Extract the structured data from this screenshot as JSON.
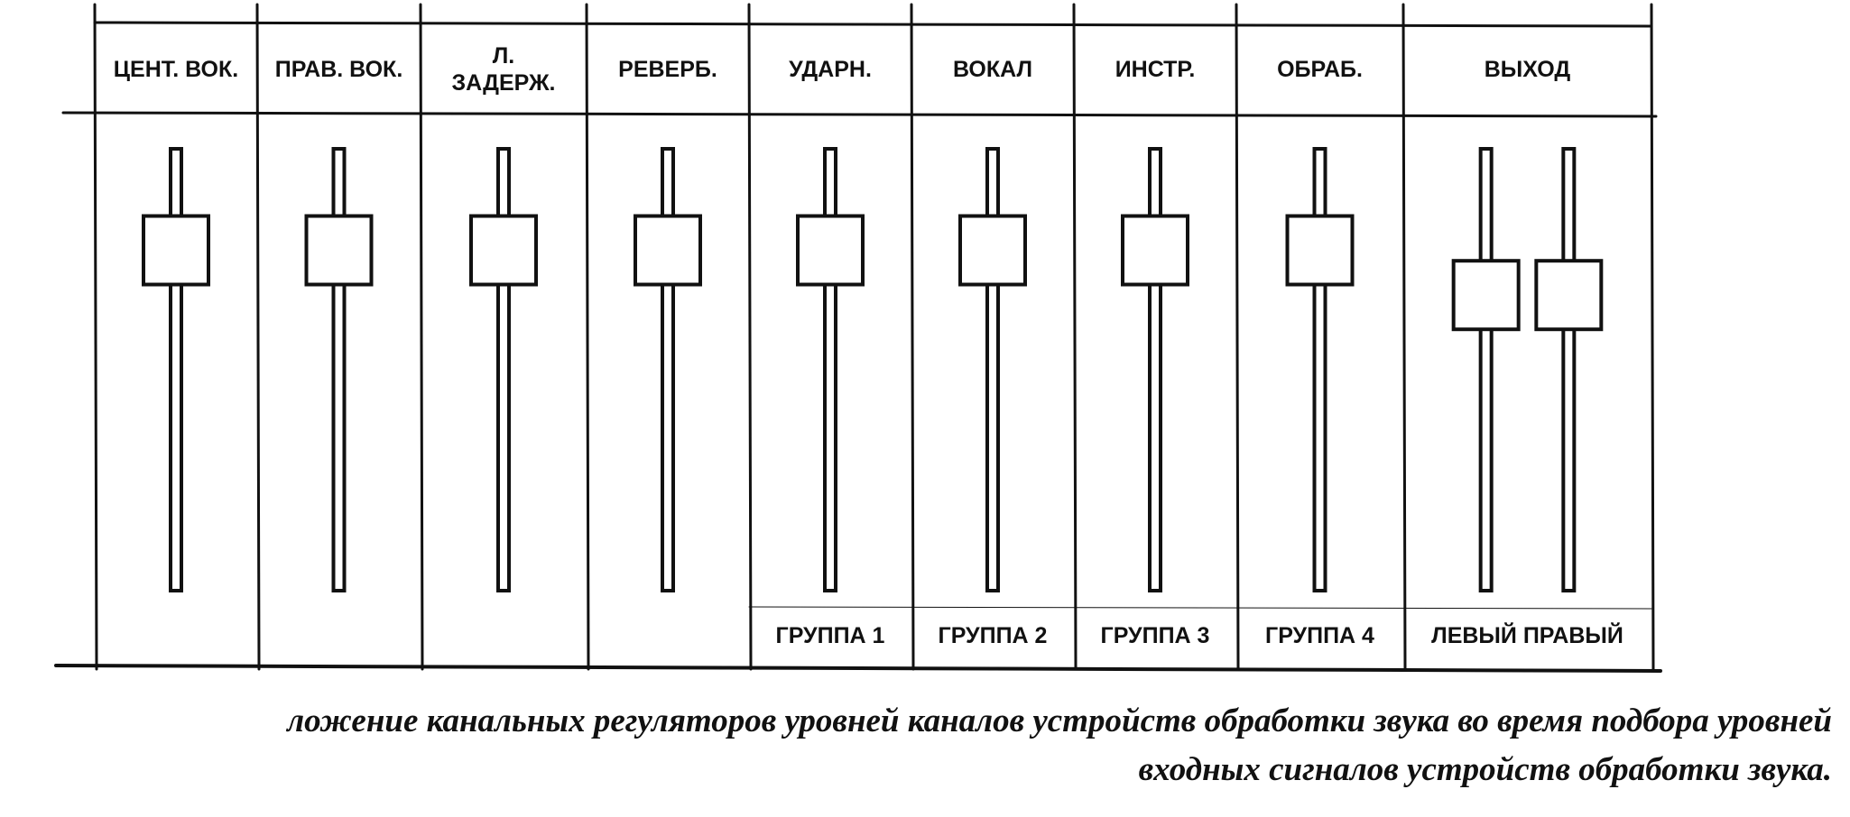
{
  "channels": [
    {
      "label": "ЦЕНТ. ВОК.",
      "footer": "",
      "faders": [
        {
          "level": 0.82
        }
      ]
    },
    {
      "label": "ПРАВ. ВОК.",
      "footer": "",
      "faders": [
        {
          "level": 0.82
        }
      ]
    },
    {
      "label": "Л.\nЗАДЕРЖ.",
      "footer": "",
      "faders": [
        {
          "level": 0.82
        }
      ]
    },
    {
      "label": "РЕВЕРБ.",
      "footer": "",
      "faders": [
        {
          "level": 0.82
        }
      ]
    },
    {
      "label": "УДАРН.",
      "footer": "ГРУППА 1",
      "faders": [
        {
          "level": 0.82
        }
      ]
    },
    {
      "label": "ВОКАЛ",
      "footer": "ГРУППА 2",
      "faders": [
        {
          "level": 0.82
        }
      ]
    },
    {
      "label": "ИНСТР.",
      "footer": "ГРУППА 3",
      "faders": [
        {
          "level": 0.82
        }
      ]
    },
    {
      "label": "ОБРАБ.",
      "footer": "ГРУППА 4",
      "faders": [
        {
          "level": 0.82
        }
      ]
    },
    {
      "label": "ВЫХОД",
      "footer": "ЛЕВЫЙ ПРАВЫЙ",
      "faders": [
        {
          "level": 0.7
        },
        {
          "level": 0.7
        }
      ]
    }
  ],
  "caption": {
    "line1": "ложение канальных регуляторов уровней каналов устройств обработки звука во время подбора уровней",
    "line2": "входных сигналов устройств обработки звука."
  }
}
